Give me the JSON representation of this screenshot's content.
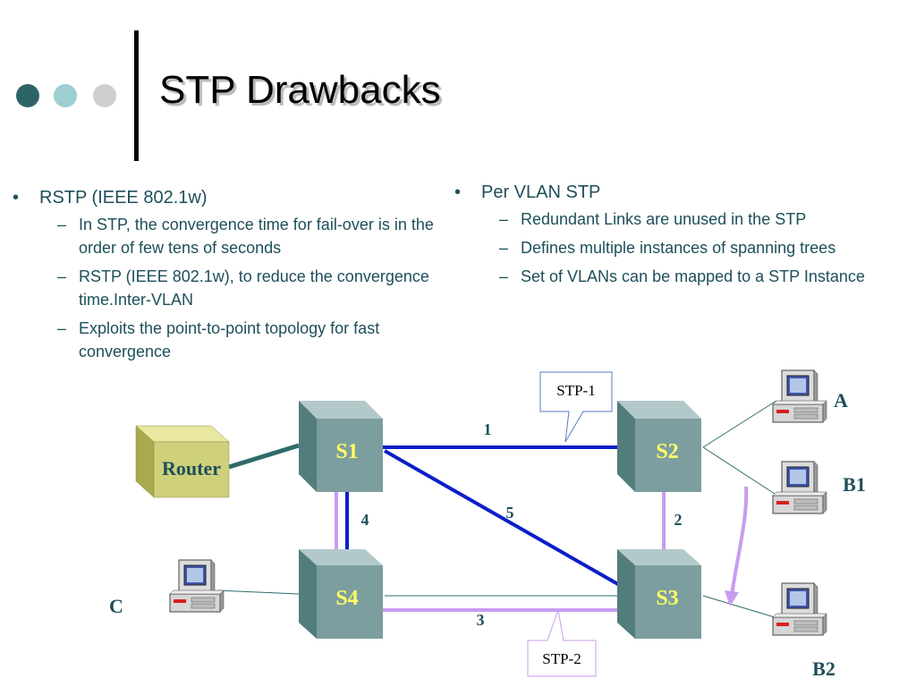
{
  "slide": {
    "title": "STP Drawbacks",
    "colors": {
      "dot1": "#2e6468",
      "dot2": "#9ccfcf",
      "dot3": "#cfcfcf",
      "text": "#1d4f5a",
      "blue_link": "#0a1ec8",
      "purple_link": "#c89cf0"
    }
  },
  "left_column": {
    "bullet": "RSTP (IEEE 802.1w)",
    "bullet_mark": "•",
    "sub_mark": "–",
    "subitems": [
      "In STP, the convergence time for fail-over is in the order of few tens of seconds",
      "RSTP (IEEE 802.1w), to reduce the convergence time.Inter-VLAN",
      "Exploits the point-to-point topology for fast convergence"
    ]
  },
  "right_column": {
    "bullet": "Per VLAN STP",
    "bullet_mark": "•",
    "sub_mark": "–",
    "subitems": [
      "Redundant Links are unused in the STP",
      "Defines multiple instances of spanning trees",
      "Set of VLANs can be mapped to a STP Instance"
    ]
  },
  "diagram": {
    "router_label": "Router",
    "switches": [
      "S1",
      "S2",
      "S3",
      "S4"
    ],
    "link_labels": [
      "1",
      "2",
      "3",
      "4",
      "5"
    ],
    "callouts": [
      "STP-1",
      "STP-2"
    ],
    "hosts": [
      "A",
      "B1",
      "B2",
      "C"
    ]
  }
}
